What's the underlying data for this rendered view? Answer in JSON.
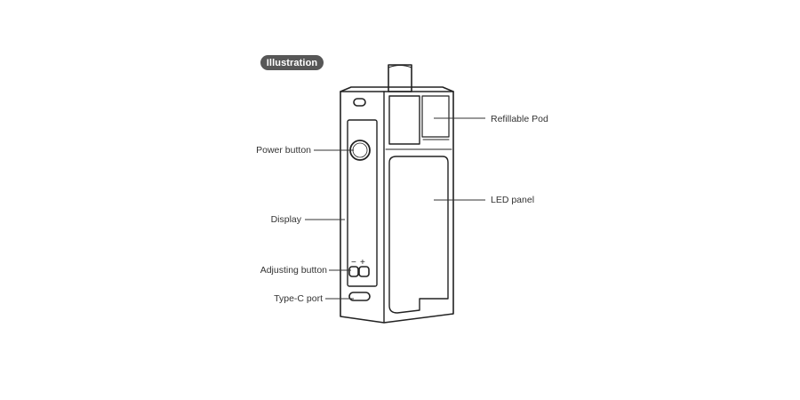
{
  "header": {
    "badge_label": "Illustration"
  },
  "labels": {
    "power_button": "Power button",
    "display": "Display",
    "adjusting_button": "Adjusting button",
    "type_c_port": "Type-C port",
    "refillable_pod": "Refillable Pod",
    "led_panel": "LED panel"
  },
  "symbols": {
    "minus": "−",
    "plus": "+"
  },
  "colors": {
    "badge_bg": "#575757",
    "line": "#222222",
    "label_text": "#333333"
  }
}
